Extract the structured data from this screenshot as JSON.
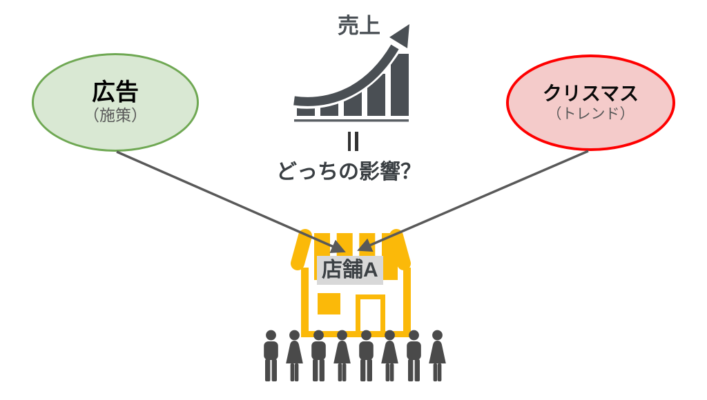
{
  "diagram": {
    "sales_label": "売上",
    "equals_mark": "‖",
    "question": "どっちの影響？",
    "causes": {
      "ad": {
        "title": "広告",
        "subtitle": "（施策）"
      },
      "christmas": {
        "title": "クリスマス",
        "subtitle": "（トレンド）"
      }
    },
    "store": {
      "label": "店舗A"
    }
  },
  "icons": {
    "sales_chart": "rising-bar-chart-with-curved-arrow",
    "equals": "double-vertical-bar-equals",
    "storefront": "yellow-striped-awning-shop",
    "crowd": "eight-alternating-man-woman-silhouettes",
    "arrow_left": "arrow-from-ad-to-store",
    "arrow_right": "arrow-from-christmas-to-store"
  },
  "colors": {
    "background": "#FFFFFF",
    "ad_fill": "#D9E8D3",
    "ad_border": "#6FA853",
    "christmas_fill": "#F4CBCA",
    "christmas_border": "#FE0000",
    "store_yellow": "#FBB909",
    "icon_dark_gray": "#4A4F54",
    "people_gray": "#4A4A4A",
    "arrow_gray": "#595959",
    "store_label_bg": "#D8D8D8",
    "subtitle_gray": "#595959"
  }
}
